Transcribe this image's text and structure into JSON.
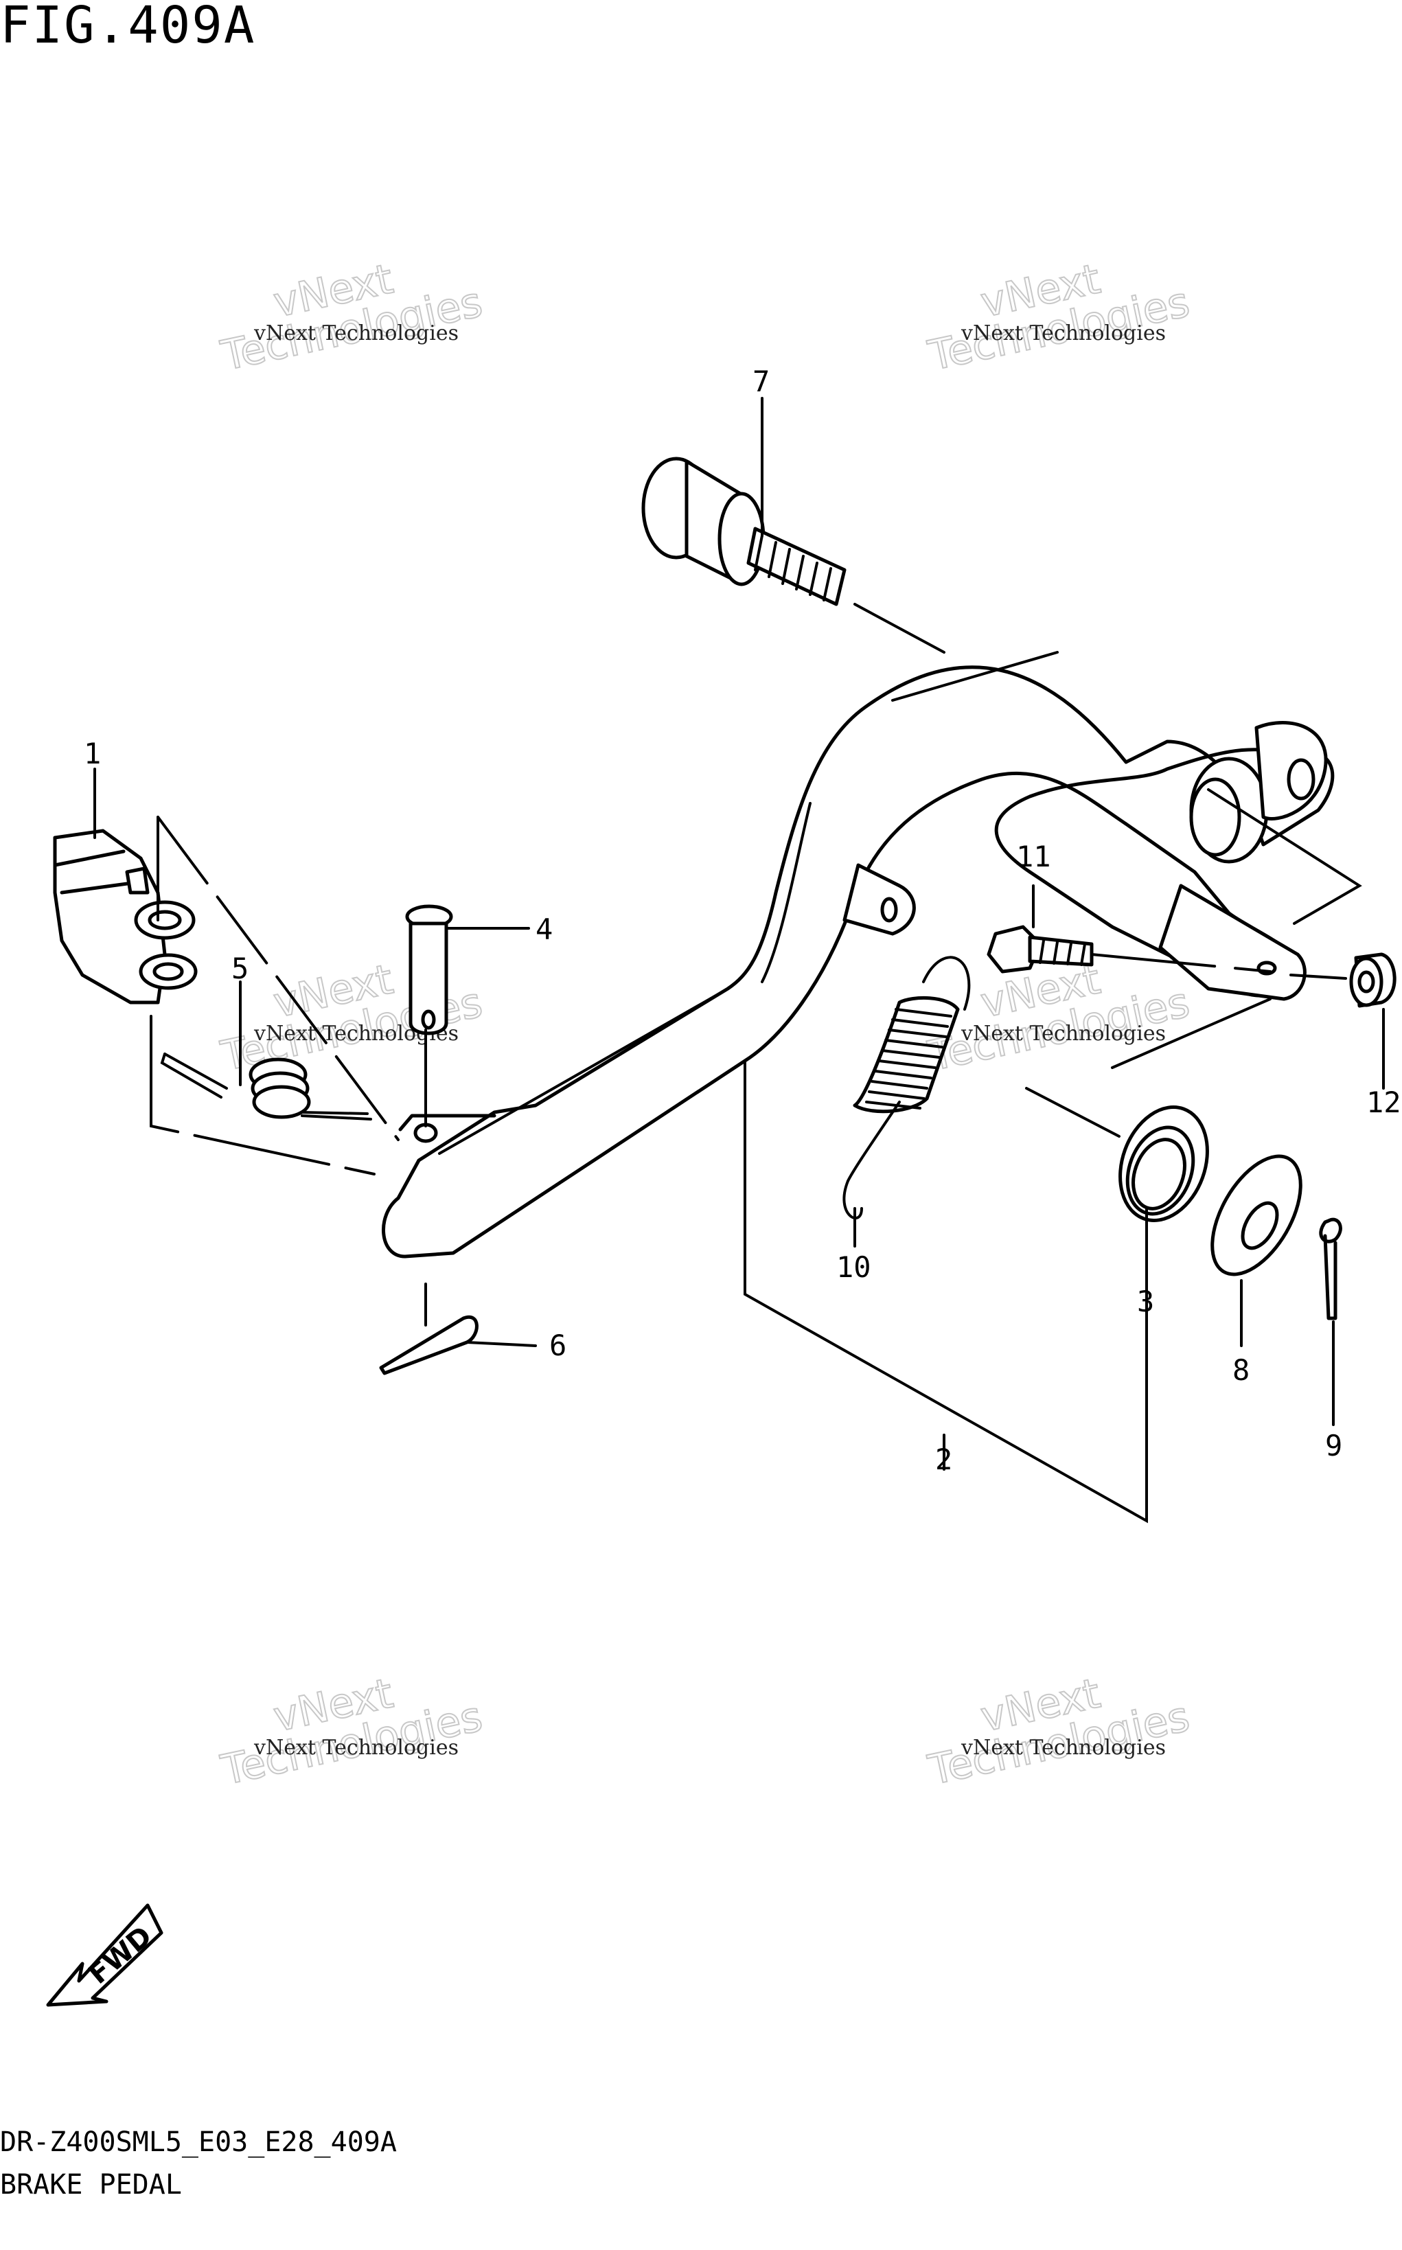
{
  "figure": {
    "title": "FIG.409A",
    "footer_code": "DR-Z400SML5_E03_E28_409A",
    "footer_name": "BRAKE PEDAL"
  },
  "watermark": {
    "line1": "vNext Technologies",
    "line2": "vNext",
    "line3": "Technologies"
  },
  "fwd_label": "FWD",
  "callouts": [
    "1",
    "2",
    "3",
    "4",
    "5",
    "6",
    "7",
    "8",
    "9",
    "10",
    "11",
    "12"
  ]
}
